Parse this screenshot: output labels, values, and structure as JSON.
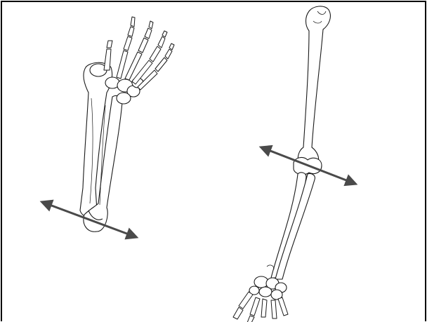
{
  "figure": {
    "panels": [
      {
        "name": "forearm-and-hand",
        "axis_arrow": "double-headed"
      },
      {
        "name": "upper-arm-forearm-and-hand",
        "axis_arrow": "double-headed"
      }
    ]
  },
  "colors": {
    "background": "#ffffff",
    "border": "#000000",
    "bone_outline": "#1a1a1a",
    "bone_fill": "#ffffff",
    "arrow": "#4a4a4a"
  }
}
